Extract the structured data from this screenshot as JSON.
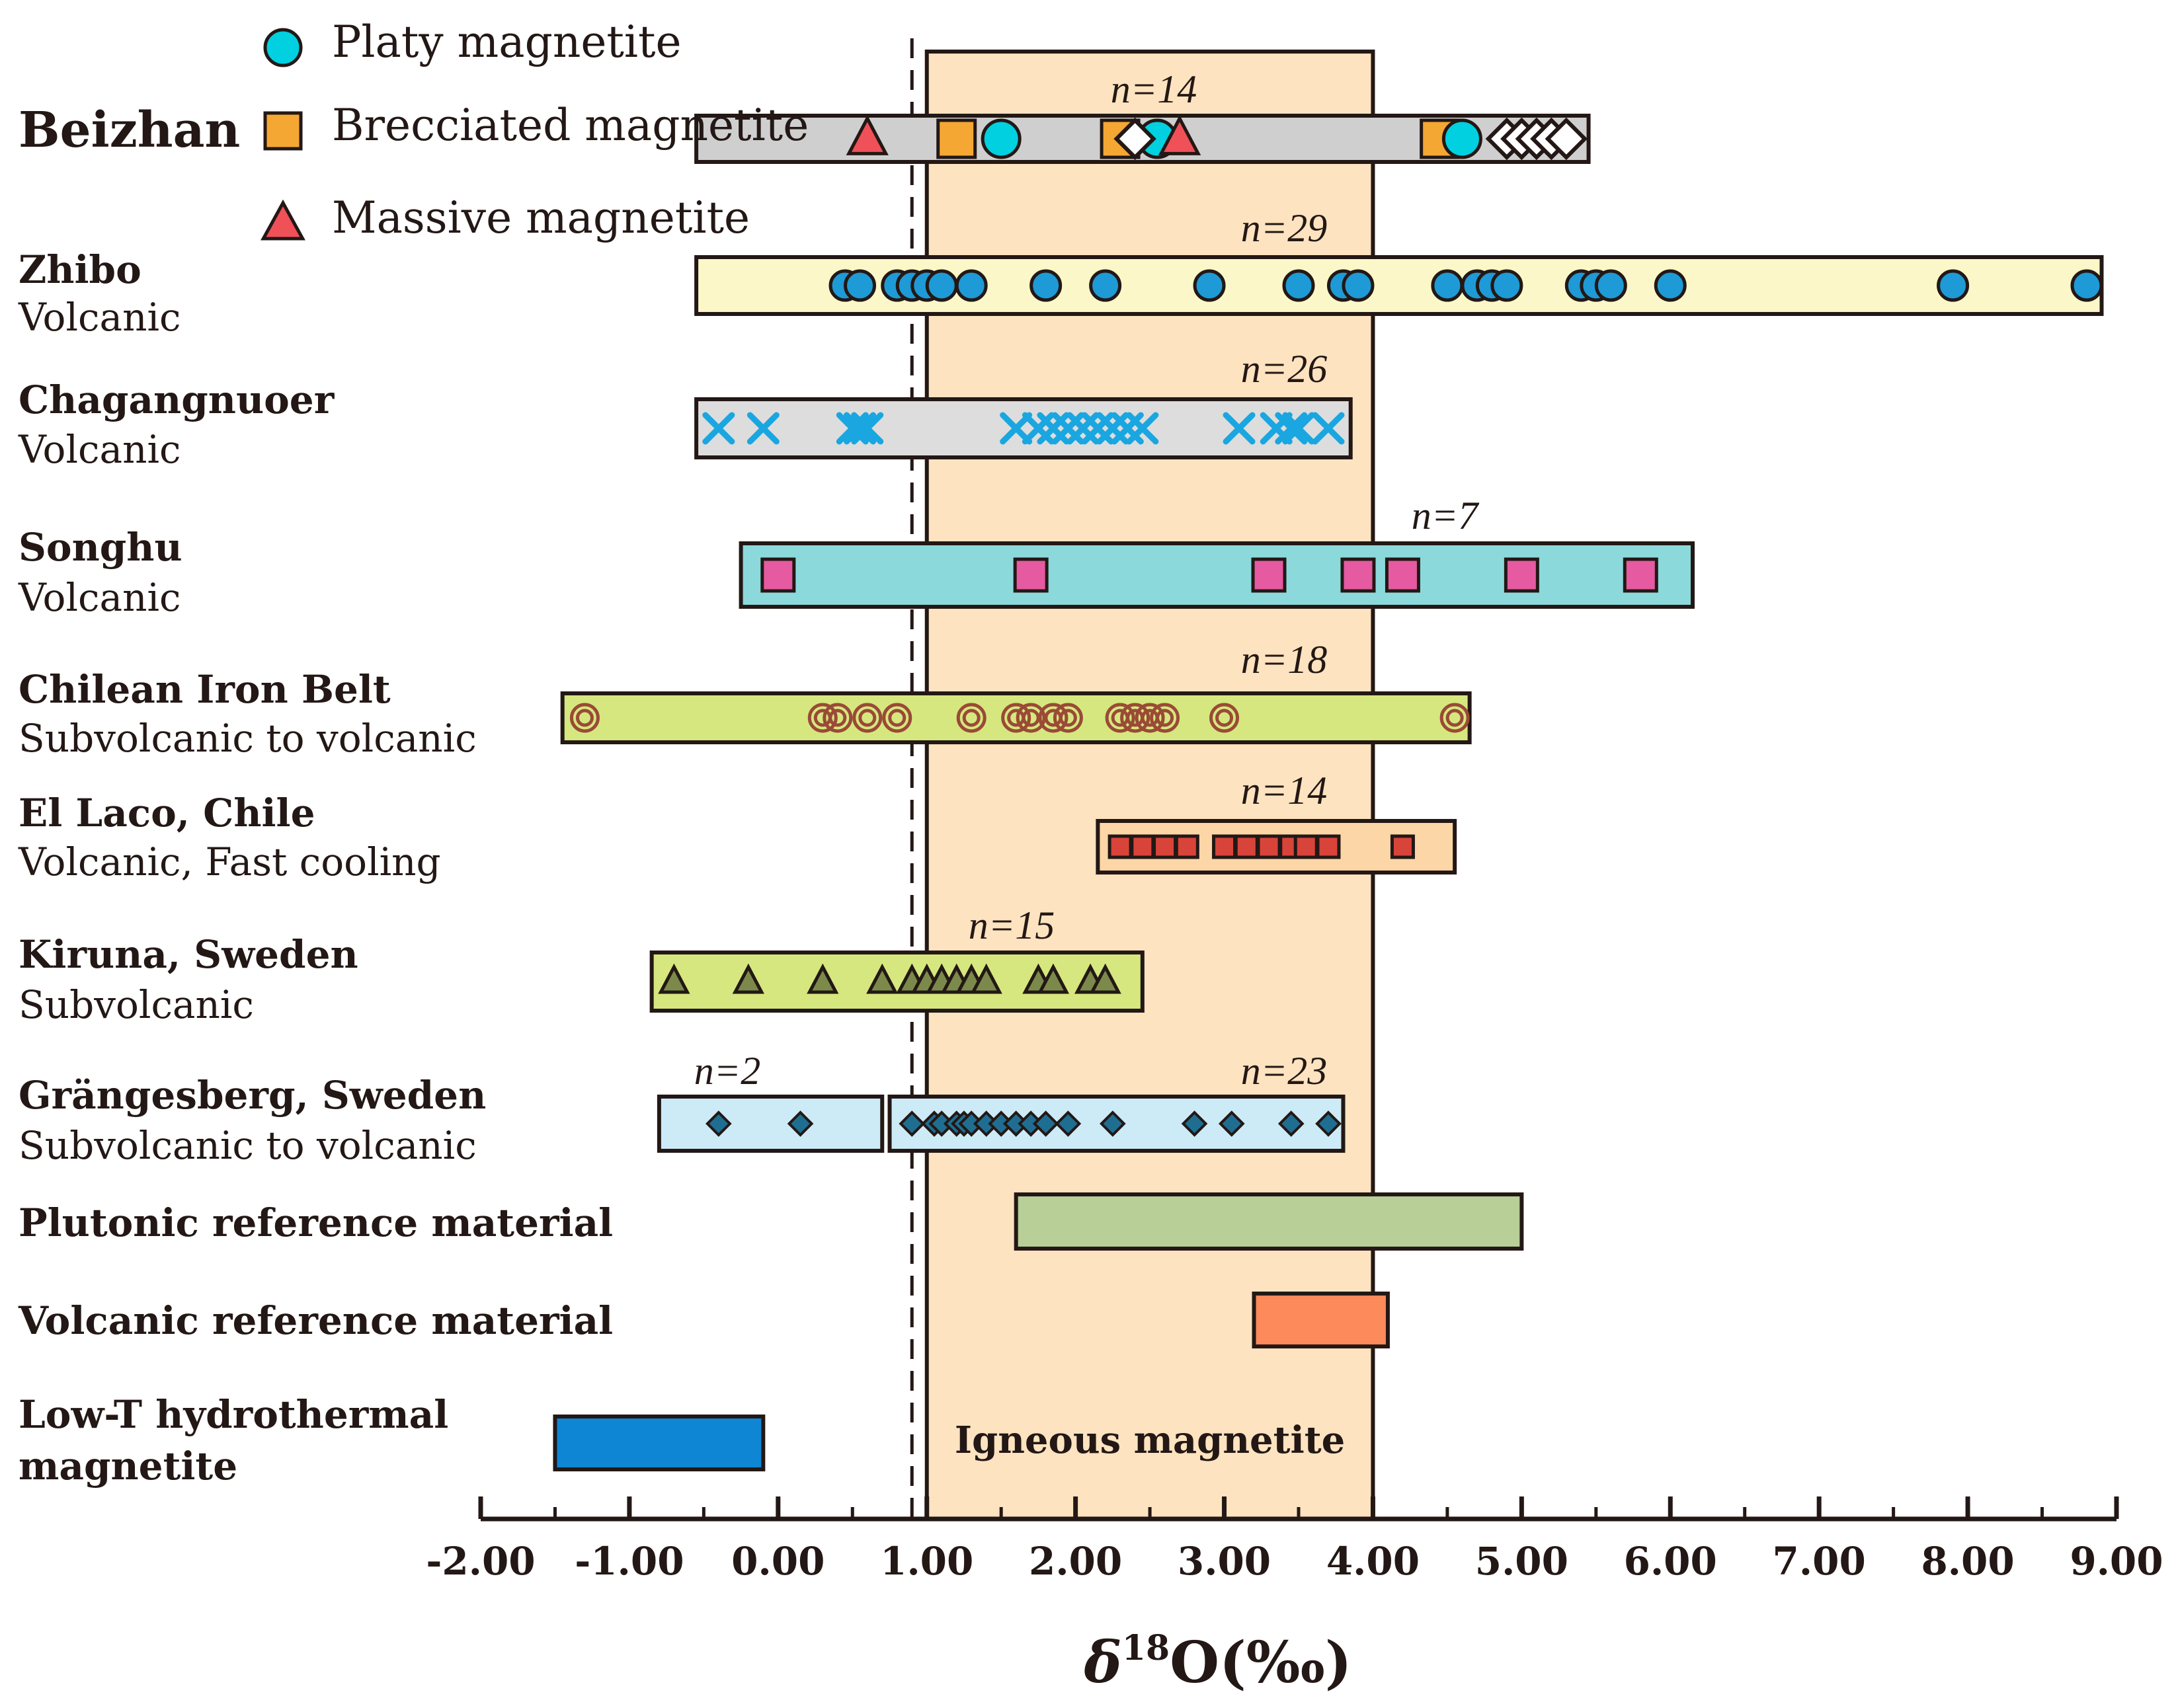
{
  "chart_data": {
    "type": "scatter",
    "xlabel": "δ18O(‰)",
    "xlabel_main": "δ",
    "xlabel_sup": "18",
    "xlabel_tail": "O(‰)",
    "xlim": [
      -2,
      9
    ],
    "xticks": [
      "-2.00",
      "-1.00",
      "0.00",
      "1.00",
      "2.00",
      "3.00",
      "4.00",
      "5.00",
      "6.00",
      "7.00",
      "8.00",
      "9.00"
    ],
    "igneous_field": {
      "label": "Igneous magnetite",
      "range": [
        1.0,
        4.0
      ],
      "color": "#fde3c0"
    },
    "dashed_line_x": 0.9,
    "legend": [
      {
        "name": "Platy magnetite",
        "marker": "circle",
        "color": "#00d0e0"
      },
      {
        "name": "Brecciated magnetite",
        "marker": "square",
        "color": "#f5a733"
      },
      {
        "name": "Massive magnetite",
        "marker": "triangle",
        "color": "#f05058"
      }
    ],
    "rows": [
      {
        "name": "Beizhan",
        "subtitle": "",
        "box": [
          -0.55,
          5.45
        ],
        "box_color": "#cfcfcf",
        "n_label": "n=14",
        "points": [
          {
            "x": 0.6,
            "m": "triangle",
            "c": "#f05058"
          },
          {
            "x": 1.2,
            "m": "square",
            "c": "#f5a733"
          },
          {
            "x": 1.5,
            "m": "circle",
            "c": "#00d0e0"
          },
          {
            "x": 2.3,
            "m": "square",
            "c": "#f5a733"
          },
          {
            "x": 2.55,
            "m": "circle",
            "c": "#00d0e0"
          },
          {
            "x": 2.4,
            "m": "diamond-open",
            "c": "#ffffff"
          },
          {
            "x": 2.7,
            "m": "triangle",
            "c": "#f05058"
          },
          {
            "x": 4.45,
            "m": "square",
            "c": "#f5a733"
          },
          {
            "x": 4.6,
            "m": "circle",
            "c": "#00d0e0"
          },
          {
            "x": 4.9,
            "m": "diamond-open",
            "c": "#ffffff"
          },
          {
            "x": 5.0,
            "m": "diamond-open",
            "c": "#ffffff"
          },
          {
            "x": 5.1,
            "m": "diamond-open",
            "c": "#ffffff"
          },
          {
            "x": 5.2,
            "m": "diamond-open",
            "c": "#ffffff"
          },
          {
            "x": 5.3,
            "m": "diamond-open",
            "c": "#ffffff"
          }
        ]
      },
      {
        "name": "Zhibo",
        "subtitle": "Volcanic",
        "box": [
          -0.55,
          8.9
        ],
        "box_color": "#fcf7c8",
        "n_label": "n=29",
        "marker": "circle",
        "color": "#1e9ad6",
        "x": [
          0.45,
          0.55,
          0.8,
          0.9,
          1.0,
          1.1,
          1.3,
          1.8,
          2.2,
          2.9,
          3.5,
          3.8,
          3.9,
          4.5,
          4.7,
          4.8,
          4.9,
          5.4,
          5.5,
          5.6,
          6.0,
          7.9,
          8.8
        ]
      },
      {
        "name": "Chagangnuoer",
        "subtitle": "Volcanic",
        "box": [
          -0.55,
          3.85
        ],
        "box_color": "#dddddd",
        "n_label": "n=26",
        "marker": "cross",
        "color": "#1aa6e0",
        "x": [
          -0.4,
          -0.1,
          0.5,
          0.55,
          0.6,
          1.6,
          1.75,
          1.85,
          1.95,
          2.05,
          2.15,
          2.25,
          2.35,
          2.45,
          3.1,
          3.35,
          3.45,
          3.5,
          3.7
        ]
      },
      {
        "name": "Songhu",
        "subtitle": "Volcanic",
        "box": [
          -0.25,
          6.15
        ],
        "box_color": "#8cd9dc",
        "n_label": "n=7",
        "marker": "square",
        "color": "#e55aa0",
        "x": [
          0.0,
          1.7,
          3.3,
          3.9,
          4.2,
          5.0,
          5.8
        ]
      },
      {
        "name": "Chilean Iron Belt",
        "subtitle": "Subvolcanic to volcanic",
        "box": [
          -1.45,
          4.65
        ],
        "box_color": "#d6e77f",
        "n_label": "n=18",
        "marker": "circle-ring",
        "color": "#9a4a36",
        "x": [
          -1.3,
          0.3,
          0.4,
          0.6,
          0.8,
          1.3,
          1.6,
          1.7,
          1.85,
          1.95,
          2.3,
          2.4,
          2.5,
          2.6,
          3.0,
          4.55
        ]
      },
      {
        "name": "El Laco, Chile",
        "subtitle": "Volcanic, Fast cooling",
        "box": [
          2.15,
          4.55
        ],
        "box_color": "#fcd6a6",
        "n_label": "n=14",
        "marker": "square",
        "color": "#d8443a",
        "x": [
          2.3,
          2.45,
          2.6,
          2.75,
          3.0,
          3.15,
          3.3,
          3.45,
          3.55,
          3.7,
          4.2
        ]
      },
      {
        "name": "Kiruna, Sweden",
        "subtitle": "Subvolcanic",
        "box": [
          -0.85,
          2.45
        ],
        "box_color": "#d6e77f",
        "n_label": "n=15",
        "marker": "triangle",
        "color": "#7b8a4a",
        "x": [
          -0.7,
          -0.2,
          0.3,
          0.7,
          0.9,
          1.0,
          1.1,
          1.2,
          1.3,
          1.4,
          1.75,
          1.85,
          2.1,
          2.2
        ]
      },
      {
        "name": "Grängesberg, Sweden",
        "subtitle": "Subvolcanic to volcanic",
        "box": [
          -0.8,
          0.7
        ],
        "box_color": "#cdeaf7",
        "n_label": "n=2",
        "marker": "diamond",
        "color": "#1f6e92",
        "x": [
          -0.4,
          0.15
        ],
        "second_box": [
          0.75,
          3.8
        ],
        "second_n_label": "n=23",
        "x2": [
          0.9,
          1.05,
          1.1,
          1.2,
          1.25,
          1.3,
          1.4,
          1.5,
          1.6,
          1.7,
          1.8,
          1.95,
          2.25,
          2.8,
          3.05,
          3.45,
          3.7
        ]
      },
      {
        "name": "Plutonic reference material",
        "subtitle": "",
        "box": [
          1.6,
          5.0
        ],
        "box_color": "#b8cf98"
      },
      {
        "name": "Volcanic reference material",
        "subtitle": "",
        "box": [
          3.2,
          4.1
        ],
        "box_color": "#fc8a5a"
      },
      {
        "name": "Low-T hydrothermal",
        "subtitle": "magnetite",
        "box": [
          -1.5,
          -0.1
        ],
        "box_color": "#0e86d4",
        "subtitle_bold": true
      }
    ]
  }
}
